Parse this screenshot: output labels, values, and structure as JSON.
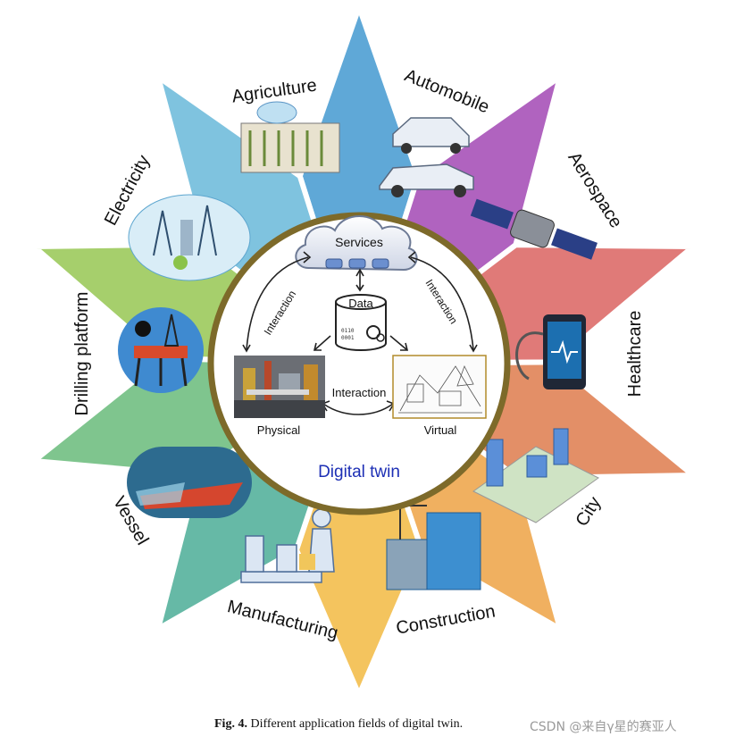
{
  "segments": [
    {
      "label": "Agriculture",
      "color": "#5fa8d7",
      "icon": "smart-farm-icon"
    },
    {
      "label": "Automobile",
      "color": "#b063bf",
      "icon": "car-icon"
    },
    {
      "label": "Aerospace",
      "color": "#e07a78",
      "icon": "satellite-icon"
    },
    {
      "label": "Healthcare",
      "color": "#e38f67",
      "icon": "health-phone-icon"
    },
    {
      "label": "City",
      "color": "#f0b060",
      "icon": "city-icon"
    },
    {
      "label": "Construction",
      "color": "#f4c45e",
      "icon": "building-icon"
    },
    {
      "label": "Manufacturing",
      "color": "#66b9a6",
      "icon": "factory-worker-icon"
    },
    {
      "label": "Vessel",
      "color": "#7fc58e",
      "icon": "ship-icon"
    },
    {
      "label": "Drilling platform",
      "color": "#a6cf6c",
      "icon": "oil-rig-icon"
    },
    {
      "label": "Electricity",
      "color": "#7fc3df",
      "icon": "power-grid-icon"
    }
  ],
  "hub": {
    "services": "Services",
    "data": "Data",
    "interaction": "Interaction",
    "physical": "Physical",
    "virtual": "Virtual",
    "title": "Digital twin",
    "title_color": "#1d2fb5"
  },
  "caption": {
    "fig": "Fig. 4.",
    "text": "Different application fields of digital twin."
  },
  "watermark": "CSDN @来自γ星的赛亚人"
}
